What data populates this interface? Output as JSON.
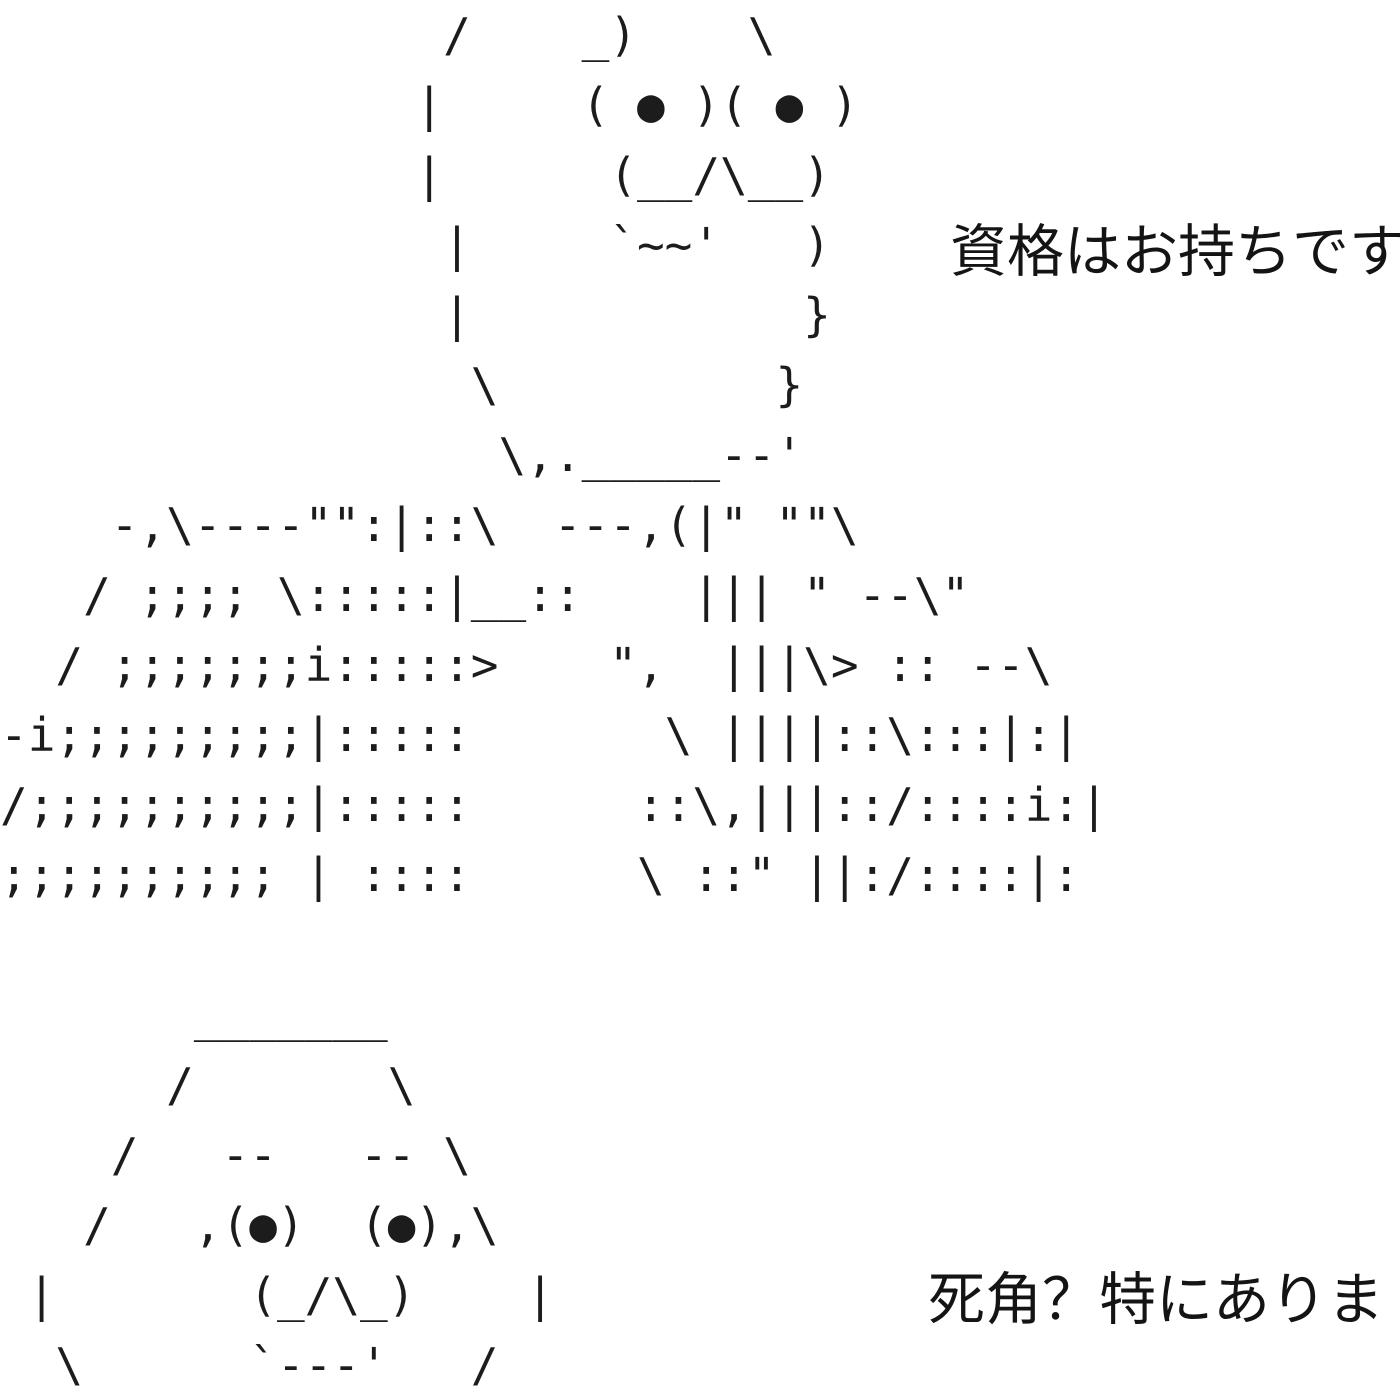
{
  "scene": {
    "background_color": "#ffffff",
    "ink_color": "#1c1c1c",
    "description_labels": {
      "top_character": "interviewer-in-tweed-suit-ascii-art",
      "bottom_character": "octagon-face-ascii-art"
    }
  },
  "dialogue": {
    "interviewer_line": "資格はお持ちです",
    "answerer_line": "死角？特にありま"
  },
  "ascii_art": {
    "interviewer": [
      "                /    _)    \\",
      "               |     ( ● )( ● )",
      "               |      (__/\\__)",
      "                |     `~~'   )",
      "                |            }",
      "                 \\          }",
      "                  \\,._____--'",
      "    -,\\----\"\":|::\\  ---,(|\" \"\"\\",
      "   / ;;;; \\:::::|__::    ||| \" --\\\"",
      "  / ;;;;;;;i:::::>    \",  |||\\> :: --\\",
      "-i;;;;;;;;;|:::::       \\ ||||::\\:::|:|",
      "/;;;;;;;;;;|:::::      ::\\,|||::/::::i:|",
      ";;;;;;;;;; | ::::      \\ ::\" ||:/::::|:"
    ],
    "answerer": [
      "       _______",
      "      /       \\",
      "    /   --   -- \\",
      "   /   ,(●)  (●),\\",
      " |       (_/\\_)    |",
      "  \\      `---'   /"
    ]
  }
}
